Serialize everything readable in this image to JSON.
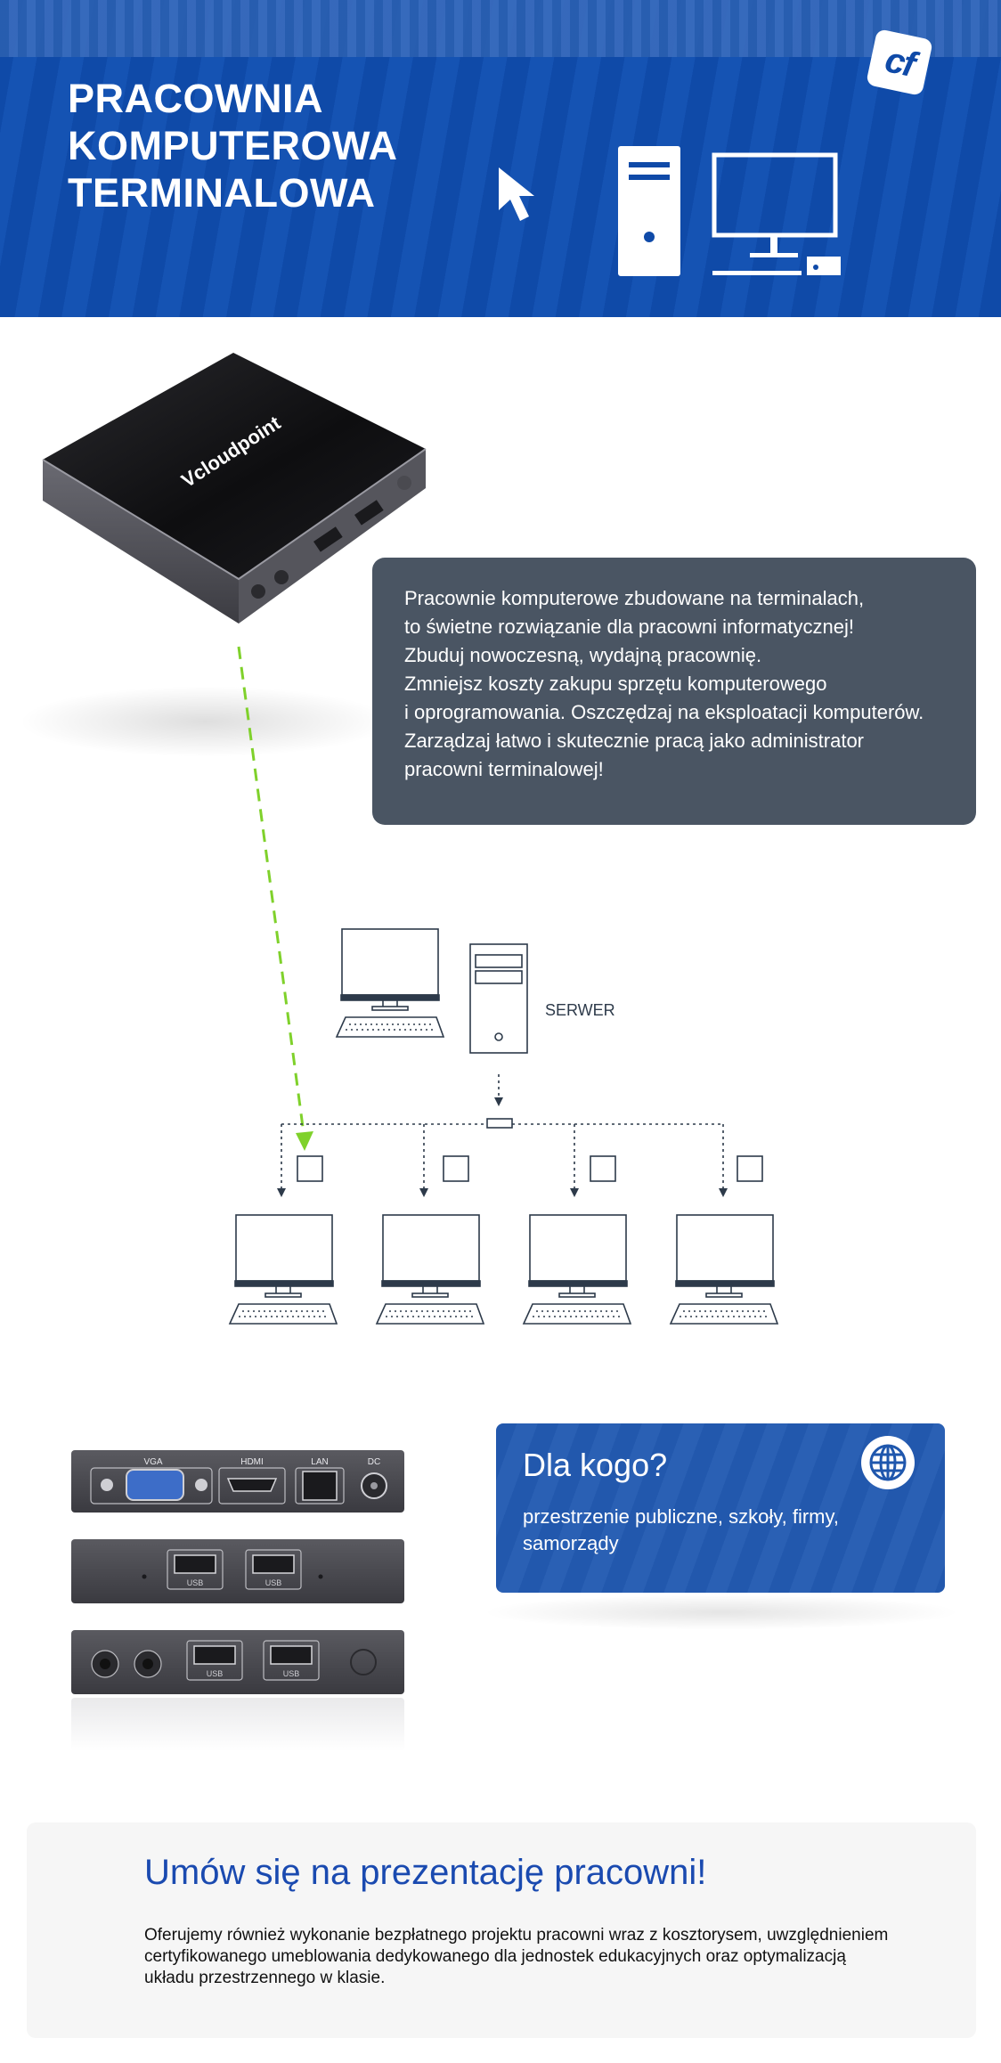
{
  "header": {
    "title_lines": [
      "PRACOWNIA",
      "KOMPUTEROWA",
      "TERMINALOWA"
    ],
    "logo_text": "cf",
    "brand_color": "#0f4aa8"
  },
  "device": {
    "brand_text": "Vcloudpoint"
  },
  "info": {
    "lines": [
      "Pracownie komputerowe zbudowane na terminalach,",
      "to świetne rozwiązanie dla pracowni informatycznej!",
      "Zbuduj nowoczesną, wydajną pracownię.",
      "Zmniejsz koszty zakupu sprzętu komputerowego",
      "i oprogramowania. Oszczędzaj na eksploatacji komputerów.",
      "Zarządzaj łatwo i skutecznie pracą jako administrator",
      "pracowni terminalowej!"
    ]
  },
  "diagram": {
    "server_label": "SERWER"
  },
  "ports": {
    "vga": "VGA",
    "hdmi": "HDMI",
    "lan": "LAN",
    "dc": "DC",
    "usb": "USB"
  },
  "who": {
    "title": "Dla kogo?",
    "text": "przestrzenie publiczne, szkoły, firmy, samorządy"
  },
  "cta": {
    "title": "Umów się na prezentację pracowni!",
    "text": "Oferujemy również wykonanie bezpłatnego projektu pracowni wraz z kosztorysem, uwzględnieniem certyfikowanego umeblowania dedykowanego dla jednostek edukacyjnych oraz optymalizacją układu przestrzennego w klasie."
  }
}
